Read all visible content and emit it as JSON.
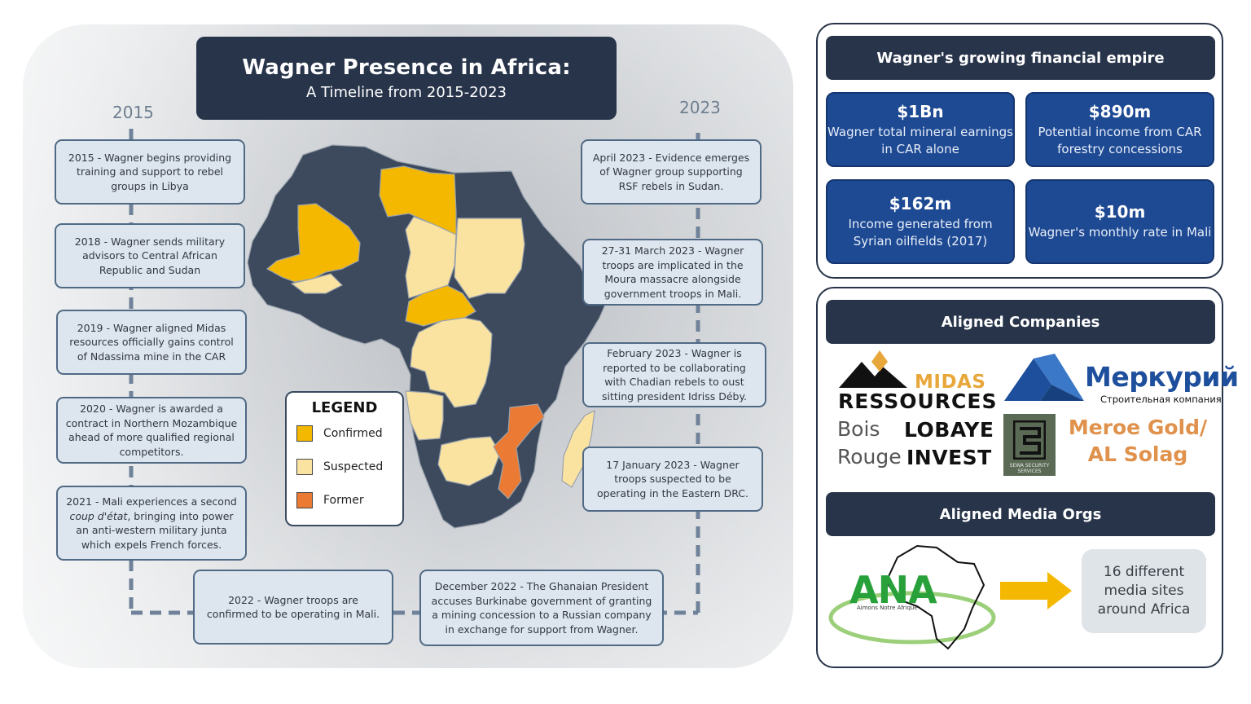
{
  "title": {
    "main": "Wagner Presence in Africa:",
    "sub": "A Timeline from 2015-2023"
  },
  "years": {
    "start": "2015",
    "end": "2023"
  },
  "events_left": [
    "2015 - Wagner begins providing training and support to rebel groups in Libya",
    "2018 - Wagner sends military advisors to Central African Republic and Sudan",
    "2019 - Wagner aligned Midas resources officially gains control of Ndassima mine in the CAR",
    "2020 - Wagner is awarded a contract in Northern Mozambique ahead of more qualified regional competitors."
  ],
  "event_2021": {
    "pre": "2021 - Mali experiences a second ",
    "italic": "coup d'état",
    "post": ", bringing into power an anti-western military junta which expels French forces."
  },
  "events_bottom": [
    "2022 - Wagner troops are confirmed to be operating in Mali.",
    "December 2022 - The Ghanaian President accuses Burkinabe government of granting a mining concession to a Russian company in exchange for support from Wagner."
  ],
  "events_right": [
    "April 2023 - Evidence emerges of Wagner group supporting RSF rebels in Sudan.",
    "27-31 March 2023 - Wagner troops are implicated in the Moura massacre alongside government troops in Mali.",
    "February 2023 - Wagner is reported to be collaborating with Chadian rebels to oust sitting president Idriss Déby.",
    "17 January 2023 - Wagner troops suspected to be operating in the Eastern DRC."
  ],
  "legend": {
    "title": "LEGEND",
    "items": [
      {
        "label": "Confirmed",
        "color": "#f5b800"
      },
      {
        "label": "Suspected",
        "color": "#fae3a1"
      },
      {
        "label": "Former",
        "color": "#ea7a34"
      }
    ]
  },
  "colors": {
    "navy": "#27344a",
    "map_dark": "#3d4a5e",
    "stat_blue": "#1e4a94",
    "arrow": "#f5b800"
  },
  "financial": {
    "heading": "Wagner's growing financial empire",
    "stats": [
      {
        "value": "$1Bn",
        "desc": "Wagner total mineral earnings in CAR alone"
      },
      {
        "value": "$890m",
        "desc": "Potential income from CAR forestry concessions"
      },
      {
        "value": "$162m",
        "desc": "Income generated from Syrian oilfields (2017)"
      },
      {
        "value": "$10m",
        "desc": "Wagner's monthly rate in Mali"
      }
    ]
  },
  "companies": {
    "heading": "Aligned Companies",
    "midas_top": "MIDAS",
    "midas_bottom": "RESSOURCES",
    "mercury_name": "Меркурий",
    "mercury_sub": "Строительная компания",
    "bois_1": "Bois",
    "bois_2": "Rouge",
    "lobaye_1": "LOBAYE",
    "lobaye_2": "INVEST",
    "sewa": "SEWA SECURITY SERVICES",
    "meroe": "Meroe Gold/ AL Solag"
  },
  "media": {
    "heading": "Aligned Media Orgs",
    "ana": "ANA",
    "ana_sub": "Aimons Notre Afrique",
    "count_text": "16 different media sites around Africa"
  }
}
